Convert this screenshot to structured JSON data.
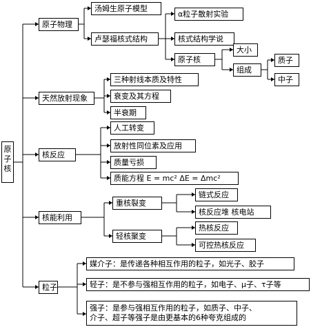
{
  "root": {
    "label": "原子核"
  },
  "atom_physics": {
    "label": "原子物理",
    "thomson": "汤姆生原子模型",
    "rutherford": "卢瑟福核式结构",
    "alpha": "α粒子散射实验",
    "nuclear_theory": "核式结构学说",
    "nucleus": "原子核",
    "size": "大小",
    "composition": "组成",
    "proton": "质子",
    "neutron": "中子"
  },
  "radioactivity": {
    "label": "天然放射现象",
    "rays": "三种射线本质及特性",
    "decay_eq": "衰变及其方程",
    "half_life": "半衰期"
  },
  "nuclear_reaction": {
    "label": "核反应",
    "transmutation": "人工转变",
    "isotopes": "放射性同位素及应用",
    "mass_defect": "质量亏损",
    "mass_energy": "质能方程 E = mc²    ΔE = Δmc²"
  },
  "nuclear_energy": {
    "label": "核能利用",
    "fission": "重核裂变",
    "chain": "链式反应",
    "reactor": "核反应堆  核电站",
    "fusion": "轻核聚变",
    "thermo": "热核反应",
    "controlled": "可控热核反应"
  },
  "particles": {
    "label": "粒子",
    "mediators": "媒介子：是传递各种相互作用的粒子，如光子、胶子",
    "leptons": "轻子：是不参与强相互作用的粒子，如电子、μ子、τ子等",
    "hadrons_1": "强子：是参与强相互作用的粒子，如质子、中子、",
    "hadrons_2": "介子、超子等强子是由更基本的6种夸克组成的"
  }
}
